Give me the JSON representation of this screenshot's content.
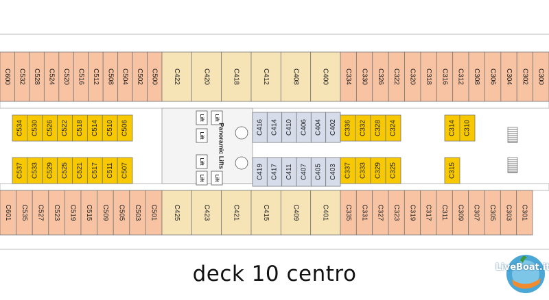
{
  "title": "deck 10 centro",
  "logo_text": "LiveBoat.it",
  "lift_label": "Lift",
  "panoramic_label": "Panoramic Lifts",
  "colors": {
    "outer_cabins": "#f7c3a3",
    "center_cabins": "#f6e3b6",
    "inner_yellow": "#f8c900",
    "inner_blue": "#d7dcea",
    "hull_line": "#aaaaaa"
  },
  "rows": {
    "top": {
      "aft": [
        "C600",
        "C532",
        "C528",
        "C524",
        "C520",
        "C516",
        "C512",
        "C508",
        "C504",
        "C502",
        "C500"
      ],
      "center": [
        "C422",
        "C420",
        "C418",
        "C412",
        "C408",
        "C400"
      ],
      "fwd": [
        "C334",
        "C330",
        "C326",
        "C322",
        "C320",
        "C318",
        "C316",
        "C312",
        "C308",
        "C306",
        "C304",
        "C302",
        "C300"
      ]
    },
    "bottom": {
      "aft": [
        "C601",
        "C535",
        "C527",
        "C523",
        "C519",
        "C515",
        "C509",
        "C505",
        "C503",
        "C501"
      ],
      "center": [
        "C425",
        "C423",
        "C421",
        "C415",
        "C409",
        "C401"
      ],
      "fwd": [
        "C335",
        "C331",
        "C327",
        "C323",
        "C319",
        "C317",
        "C311",
        "C309",
        "C307",
        "C305",
        "C303",
        "C301"
      ]
    },
    "inner_top": {
      "aft": [
        "C534",
        "C530",
        "C526",
        "C522",
        "C518",
        "C514",
        "C510",
        "C506"
      ],
      "center": [
        "C416",
        "C414",
        "C410",
        "C406",
        "C404",
        "C402"
      ],
      "fwd": [
        "C336",
        "C332",
        "C328",
        "C324"
      ],
      "fwd_single": [
        "C314",
        "C310"
      ]
    },
    "inner_bottom": {
      "aft": [
        "C537",
        "C533",
        "C529",
        "C525",
        "C521",
        "C517",
        "C511",
        "C507"
      ],
      "center": [
        "C419",
        "C417",
        "C411",
        "C407",
        "C405",
        "C403"
      ],
      "fwd": [
        "C337",
        "C333",
        "C329",
        "C325"
      ],
      "fwd_single": [
        "C315"
      ]
    }
  }
}
